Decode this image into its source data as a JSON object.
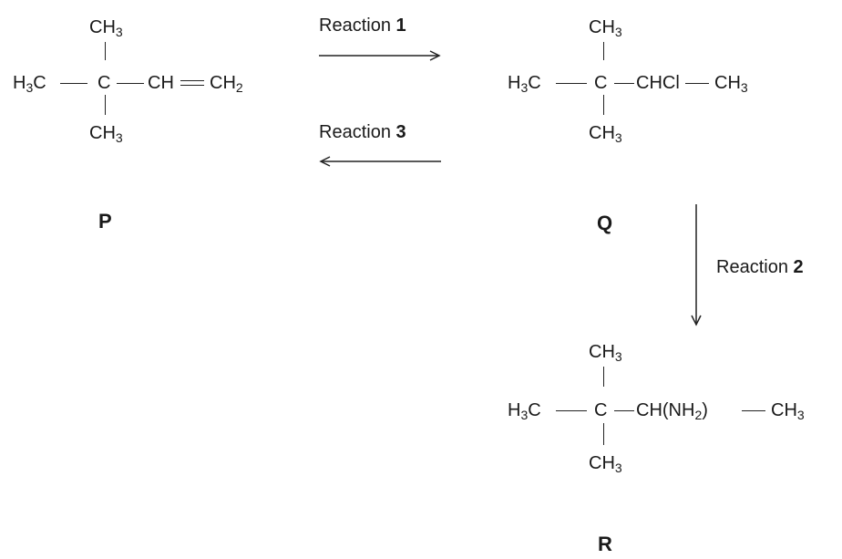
{
  "compounds": {
    "P": {
      "label": "P",
      "top": {
        "pre": "CH",
        "sub": "3"
      },
      "left": {
        "pre": "H",
        "sub": "3",
        "post": "C"
      },
      "center": "C",
      "right1": "CH",
      "right2": {
        "pre": "CH",
        "sub": "2"
      },
      "bottom": {
        "pre": "CH",
        "sub": "3"
      }
    },
    "Q": {
      "label": "Q",
      "top": {
        "pre": "CH",
        "sub": "3"
      },
      "left": {
        "pre": "H",
        "sub": "3",
        "post": "C"
      },
      "center": "C",
      "right1": "CHCl",
      "right2": {
        "pre": "CH",
        "sub": "3"
      },
      "bottom": {
        "pre": "CH",
        "sub": "3"
      }
    },
    "R": {
      "label": "R",
      "top": {
        "pre": "CH",
        "sub": "3"
      },
      "left": {
        "pre": "H",
        "sub": "3",
        "post": "C"
      },
      "center": "C",
      "right1": {
        "pre": "CH(NH",
        "sub": "2",
        "post": ")"
      },
      "right2": {
        "pre": "CH",
        "sub": "3"
      },
      "bottom": {
        "pre": "CH",
        "sub": "3"
      }
    }
  },
  "reactions": {
    "r1": {
      "text": "Reaction ",
      "num": "1"
    },
    "r2": {
      "text": "Reaction ",
      "num": "2"
    },
    "r3": {
      "text": "Reaction ",
      "num": "3"
    }
  }
}
